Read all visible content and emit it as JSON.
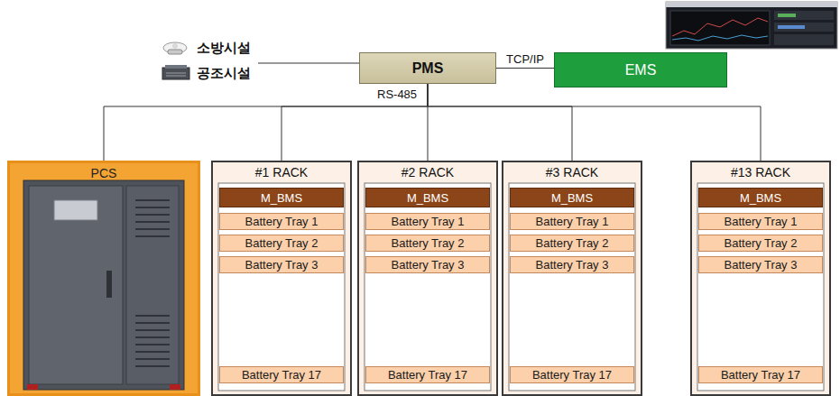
{
  "diagram": {
    "nodes": [
      {
        "text": [
          "PMS"
        ]
      },
      {
        "text": [
          "EMS"
        ]
      },
      {
        "text": [
          "PCS"
        ]
      },
      {
        "text": [
          "#1 RACK"
        ]
      },
      {
        "text": [
          "M_BMS"
        ],
        "in": 3
      },
      {
        "text": [
          "Battery Tray 1"
        ],
        "in": 3
      },
      {
        "text": [
          "Battery Tray 2"
        ],
        "in": 3
      },
      {
        "text": [
          "Battery Tray 3"
        ],
        "in": 3
      },
      {
        "text": [
          "Battery Tray 17"
        ],
        "in": 3
      },
      {
        "text": [
          "#2 RACK"
        ]
      },
      {
        "text": [
          "M_BMS"
        ],
        "in": 9
      },
      {
        "text": [
          "Battery Tray 1"
        ],
        "in": 9
      },
      {
        "text": [
          "Battery Tray 2"
        ],
        "in": 9
      },
      {
        "text": [
          "Battery Tray 3"
        ],
        "in": 9
      },
      {
        "text": [
          "Battery Tray 17"
        ],
        "in": 9
      },
      {
        "text": [
          "#3 RACK"
        ]
      },
      {
        "text": [
          "M_BMS"
        ],
        "in": 15
      },
      {
        "text": [
          "Battery Tray 1"
        ],
        "in": 15
      },
      {
        "text": [
          "Battery Tray 2"
        ],
        "in": 15
      },
      {
        "text": [
          "Battery Tray 3"
        ],
        "in": 15
      },
      {
        "text": [
          "Battery Tray 17"
        ],
        "in": 15
      },
      {
        "text": [
          "#13 RACK"
        ]
      },
      {
        "text": [
          "M_BMS"
        ],
        "in": 21
      },
      {
        "text": [
          "Battery Tray 1"
        ],
        "in": 21
      },
      {
        "text": [
          "Battery Tray 2"
        ],
        "in": 21
      },
      {
        "text": [
          "Battery Tray 3"
        ],
        "in": 21
      },
      {
        "text": [
          "Battery Tray 17"
        ],
        "in": 21
      }
    ],
    "edges": [
      {
        "from": 0,
        "to": 1,
        "label": "TCP/IP",
        "arrow": "none"
      },
      {
        "from": 0,
        "to": 2,
        "arrow": "none"
      },
      {
        "from": 0,
        "to": 3,
        "arrow": "none"
      },
      {
        "from": 0,
        "to": 9,
        "arrow": "none"
      },
      {
        "from": 0,
        "to": 15,
        "arrow": "none"
      },
      {
        "from": 0,
        "to": 21,
        "arrow": "none"
      }
    ],
    "labels": [
      "소방시설",
      "공조시설",
      "RS-485"
    ]
  }
}
